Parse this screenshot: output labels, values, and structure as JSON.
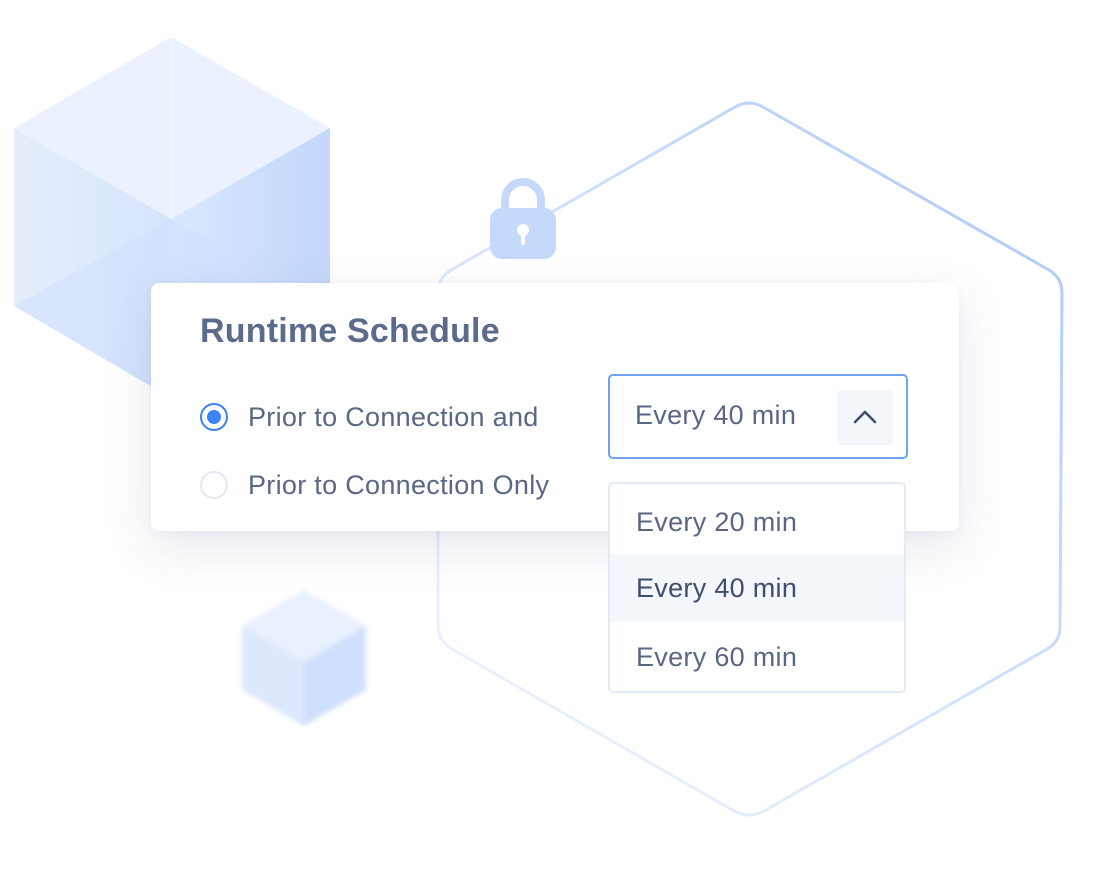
{
  "panel": {
    "title": "Runtime Schedule",
    "options": [
      {
        "label": "Prior to Connection and",
        "checked": true
      },
      {
        "label": "Prior to Connection Only",
        "checked": false
      }
    ]
  },
  "select": {
    "value": "Every 40 min",
    "expanded": true,
    "toggle_icon": "chevron-up-icon",
    "options": [
      "Every 20 min",
      "Every 40 min",
      "Every 60 min"
    ],
    "highlighted": "Every 40 min"
  },
  "decorations": {
    "icons": [
      "lock-icon",
      "cube-shape",
      "hexagon-outline"
    ]
  },
  "colors": {
    "accent": "#3b82f6",
    "title": "#5c6a8c",
    "text": "#5a6685",
    "select_border": "#6fa3f2",
    "decor": "#c5d9fb"
  }
}
